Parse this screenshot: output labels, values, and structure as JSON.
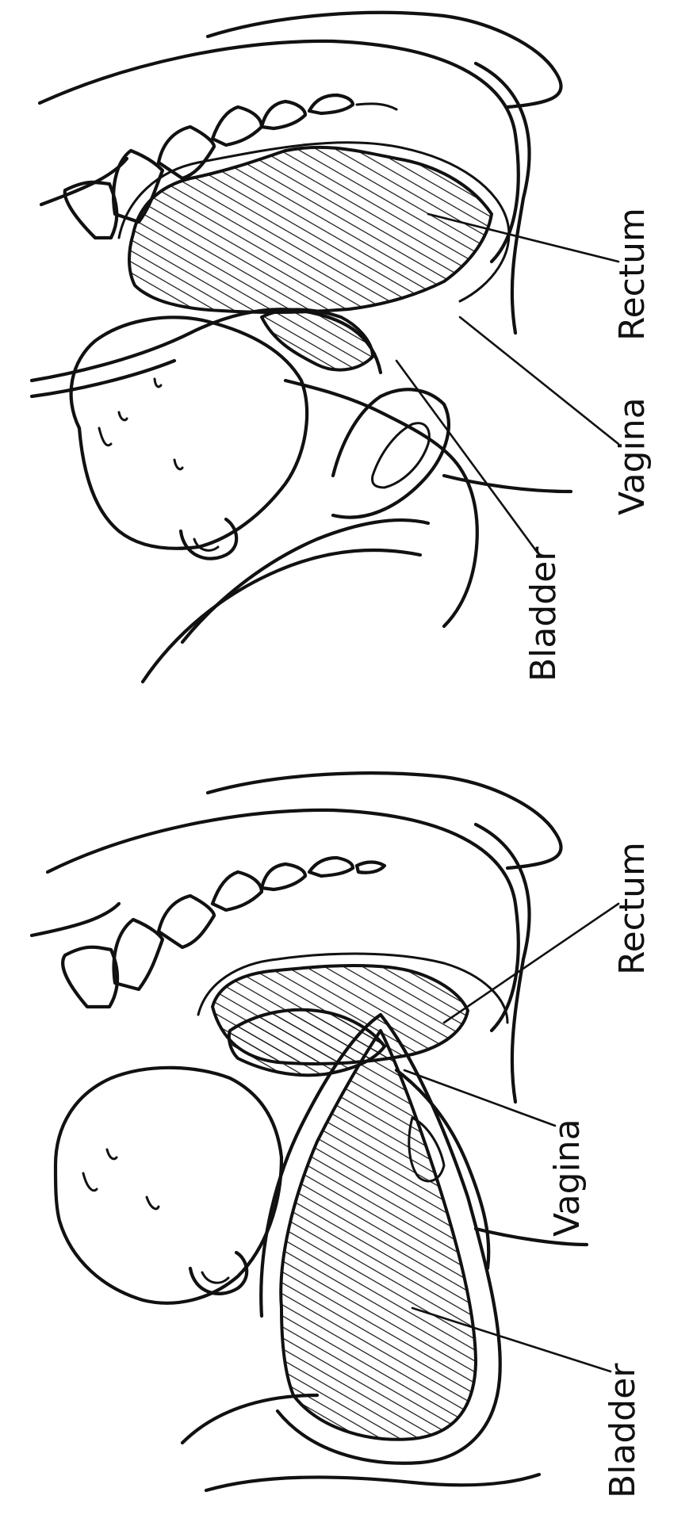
{
  "figures": [
    {
      "id": "upper",
      "labels": {
        "rectum": "Rectum",
        "vagina": "Vagina",
        "bladder": "Bladder"
      }
    },
    {
      "id": "lower",
      "labels": {
        "rectum": "Rectum",
        "vagina": "Vagina",
        "bladder": "Bladder"
      }
    }
  ],
  "colors": {
    "ink": "#111111",
    "background": "#ffffff"
  }
}
